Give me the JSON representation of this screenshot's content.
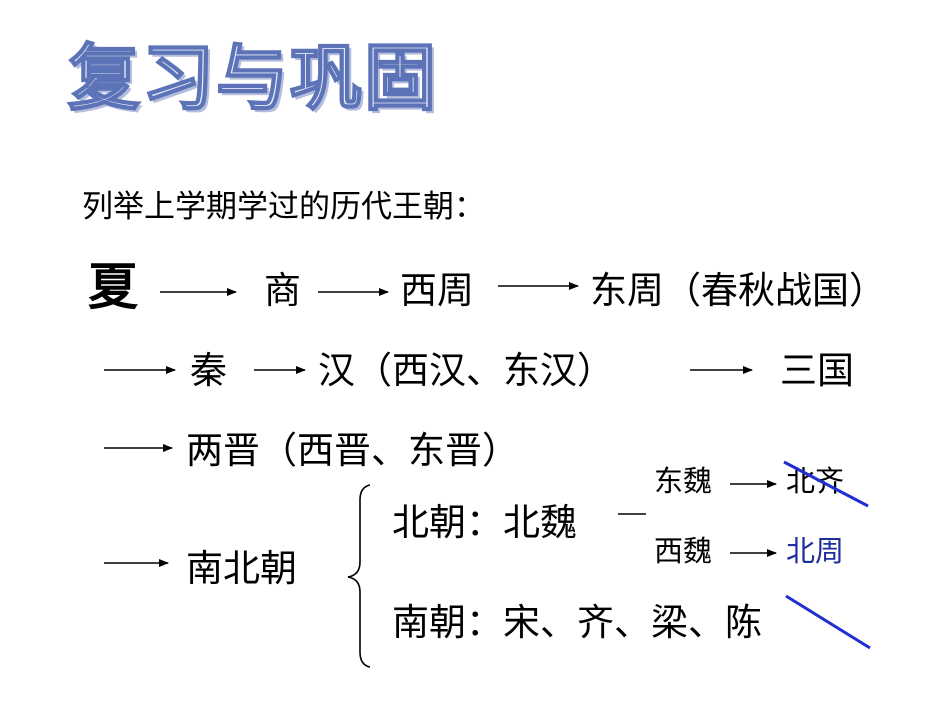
{
  "title": "复习与巩固",
  "subtitle": "列举上学期学过的历代王朝：",
  "row1": {
    "xia": "夏",
    "shang": "商",
    "xizhou": "西周",
    "dongzhou": "东周（春秋战国）"
  },
  "row2": {
    "qin": "秦",
    "han": "汉（西汉、东汉）",
    "sanguo": "三国"
  },
  "row3": {
    "liangjin": "两晋（西晋、东晋）"
  },
  "row4": {
    "nanbeichao": "南北朝",
    "beichao": "北朝：北魏",
    "dongwei": "东魏",
    "beiqi": "北齐",
    "xiwei": "西魏",
    "beizhou": "北周",
    "nanchao": "南朝：宋、齐、梁、陈"
  },
  "colors": {
    "arrow": "#000000",
    "highlight": "#1f2e9e",
    "strike": "#1f2fd0",
    "title_outline": "#5d73b8"
  }
}
